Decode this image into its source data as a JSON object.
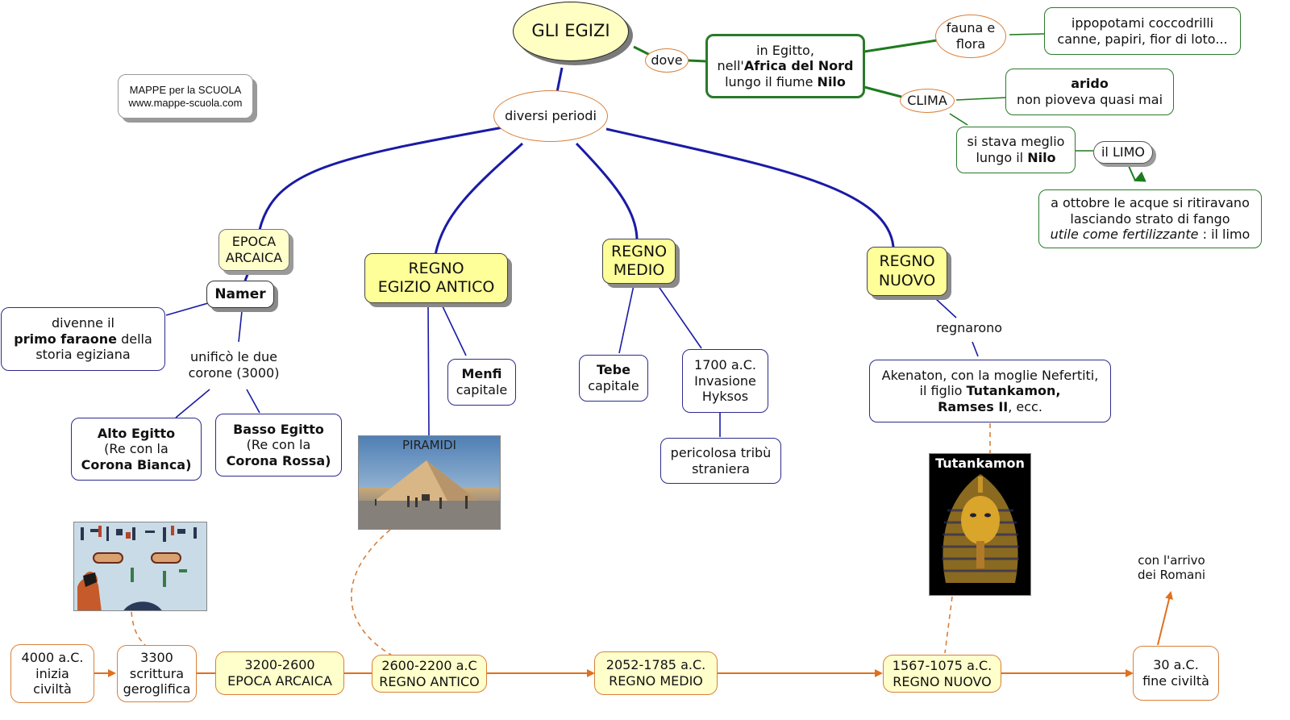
{
  "title": "GLI EGIZI",
  "credit": {
    "line1": "MAPPE per la SCUOLA",
    "line2": "www.mappe-scuola.com"
  },
  "colors": {
    "main_link": "#1a1aa6",
    "green_link": "#2a7a2a",
    "timeline": "#e0701e",
    "yellow_node": "#ffff99",
    "pale_node": "#ffffcc"
  },
  "where": {
    "link": "dove",
    "box": {
      "line1": "in Egitto,",
      "line2_pre": "nell'",
      "line2_bold": "Africa del Nord",
      "line3_pre": "lungo il fiume ",
      "line3_bold": "Nilo"
    },
    "fauna_link": {
      "line1": "fauna e",
      "line2": "flora"
    },
    "fauna_box": {
      "line1": "ippopotami coccodrilli",
      "line2": "canne, papiri, fior di loto..."
    },
    "clima_link": "CLIMA",
    "clima_box": {
      "line1_bold": "arido",
      "line2": "non pioveva quasi mai"
    },
    "nilo_box": {
      "line1": "si stava meglio",
      "line2_pre": "lungo il ",
      "line2_bold": "Nilo"
    },
    "limo_link": "il LIMO",
    "limo_box": {
      "line1": "a ottobre le acque si ritiravano",
      "line2": "lasciando strato di fango",
      "line3_italic": "utile come fertilizzante",
      "line3_rest": " : il limo"
    }
  },
  "periods_link": "diversi periodi",
  "periods": {
    "arcaica": {
      "label_1": "EPOCA",
      "label_2": "ARCAICA",
      "namer": "Namer",
      "faraone": {
        "line1": "divenne il",
        "line2_bold": "primo faraone",
        "line2_rest": " della",
        "line3": "storia egiziana"
      },
      "unifico": {
        "line1": "unificò le due",
        "line2": "corone (3000)"
      },
      "alto": {
        "line1_bold": "Alto Egitto",
        "line2": "(Re con la",
        "line3_bold": "Corona Bianca)"
      },
      "basso": {
        "line1_bold": "Basso Egitto",
        "line2": "(Re con la",
        "line3_bold": "Corona Rossa)"
      }
    },
    "antico": {
      "label_1": "REGNO",
      "label_2": "EGIZIO ANTICO",
      "capital": {
        "bold": "Menfi",
        "rest": "capitale"
      },
      "image_caption": "PIRAMIDI"
    },
    "medio": {
      "label_1": "REGNO",
      "label_2": "MEDIO",
      "capital": {
        "bold": "Tebe",
        "rest": "capitale"
      },
      "invasion": {
        "line1": "1700 a.C.",
        "line2": "Invasione",
        "line3": "Hyksos"
      },
      "tribe": {
        "line1": "pericolosa tribù",
        "line2": "straniera"
      }
    },
    "nuovo": {
      "label_1": "REGNO",
      "label_2": "NUOVO",
      "link": "regnarono",
      "rulers": {
        "line1": "Akenaton, con la moglie Nefertiti,",
        "line2_pre": "il figlio ",
        "line2_bold": "Tutankamon,",
        "line3_bold": "Ramses II",
        "line3_rest": ", ecc."
      },
      "image_caption": "Tutankamon"
    }
  },
  "timeline": [
    {
      "line1": "4000 a.C.",
      "line2": "inizia",
      "line3": "civiltà"
    },
    {
      "line1": "3300",
      "line2": "scrittura",
      "line3": "geroglifica"
    },
    {
      "line1": "3200-2600",
      "line2": "EPOCA ARCAICA"
    },
    {
      "line1": "2600-2200 a.C",
      "line2": "REGNO ANTICO"
    },
    {
      "line1": "2052-1785 a.C.",
      "line2": "REGNO MEDIO"
    },
    {
      "line1": "1567-1075 a.C.",
      "line2": "REGNO NUOVO"
    },
    {
      "line1": "30 a.C.",
      "line2": "fine civiltà"
    }
  ],
  "romani": {
    "line1": "con l'arrivo",
    "line2": "dei Romani"
  }
}
